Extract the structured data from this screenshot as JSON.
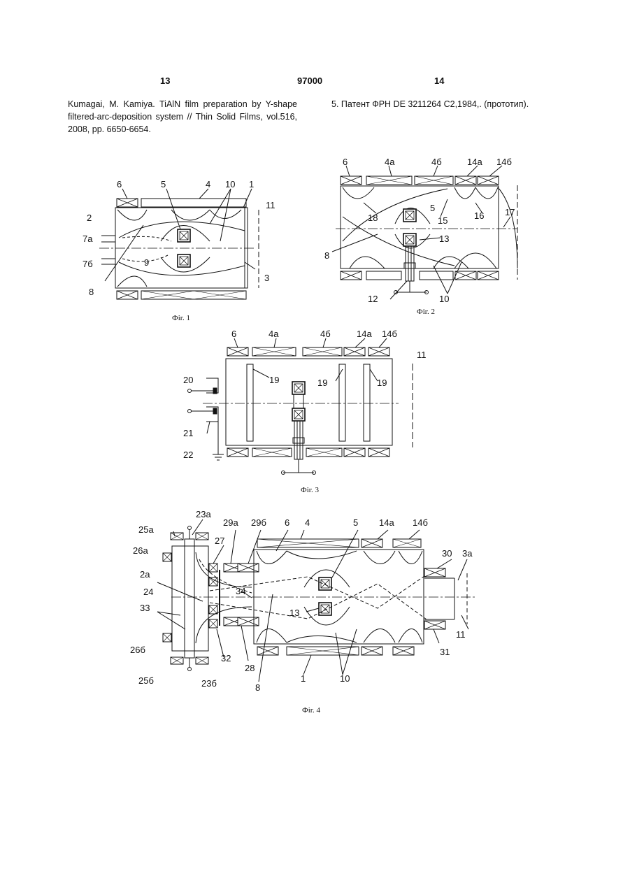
{
  "header": {
    "page_left": "13",
    "patent_number": "97000",
    "page_right": "14"
  },
  "references": {
    "left_column": "Kumagai, M. Kamiya. TiAlN film preparation by Y-shape filtered-arc-deposition system // Thin Solid Films, vol.516, 2008, pp. 6650-6654.",
    "right_column": "5. Патент ФРН DE 3211264 C2,1984,. (прототип)."
  },
  "figures": {
    "fig1": {
      "caption": "Фіг. 1",
      "labels": [
        "6",
        "5",
        "4",
        "10",
        "1",
        "11",
        "2",
        "7а",
        "7б",
        "9",
        "8",
        "3"
      ]
    },
    "fig2": {
      "caption": "Фіг. 2",
      "labels": [
        "6",
        "4а",
        "4б",
        "14а",
        "14б",
        "5",
        "18",
        "15",
        "16",
        "17",
        "8",
        "13",
        "12",
        "10"
      ]
    },
    "fig3": {
      "caption": "Фіг. 3",
      "labels": [
        "6",
        "4а",
        "4б",
        "14а",
        "14б",
        "11",
        "20",
        "19",
        "19",
        "19",
        "21",
        "22"
      ]
    },
    "fig4": {
      "caption": "Фіг. 4",
      "labels": [
        "23а",
        "25а",
        "27",
        "29а",
        "29б",
        "6",
        "4",
        "5",
        "14а",
        "14б",
        "26а",
        "30",
        "3а",
        "2а",
        "34",
        "24",
        "33",
        "13",
        "11",
        "26б",
        "32",
        "28",
        "31",
        "25б",
        "23б",
        "8",
        "1",
        "10"
      ]
    }
  }
}
